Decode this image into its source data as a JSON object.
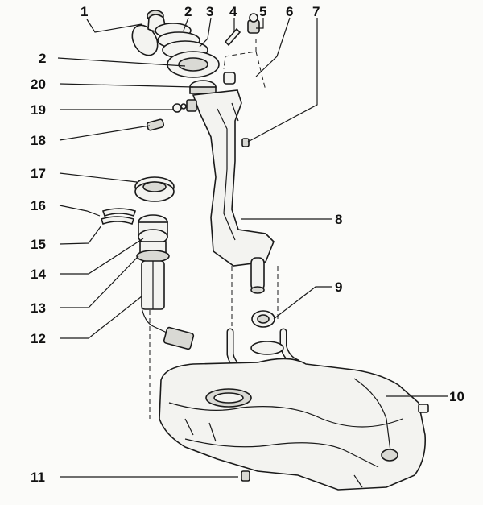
{
  "labels": {
    "n1": "1",
    "n2a": "2",
    "n3": "3",
    "n4": "4",
    "n5": "5",
    "n6": "6",
    "n7": "7",
    "n2b": "2",
    "n20": "20",
    "n19": "19",
    "n18": "18",
    "n17": "17",
    "n16": "16",
    "n15": "15",
    "n14": "14",
    "n13": "13",
    "n12": "12",
    "n8": "8",
    "n9": "9",
    "n10": "10",
    "n11": "11"
  }
}
